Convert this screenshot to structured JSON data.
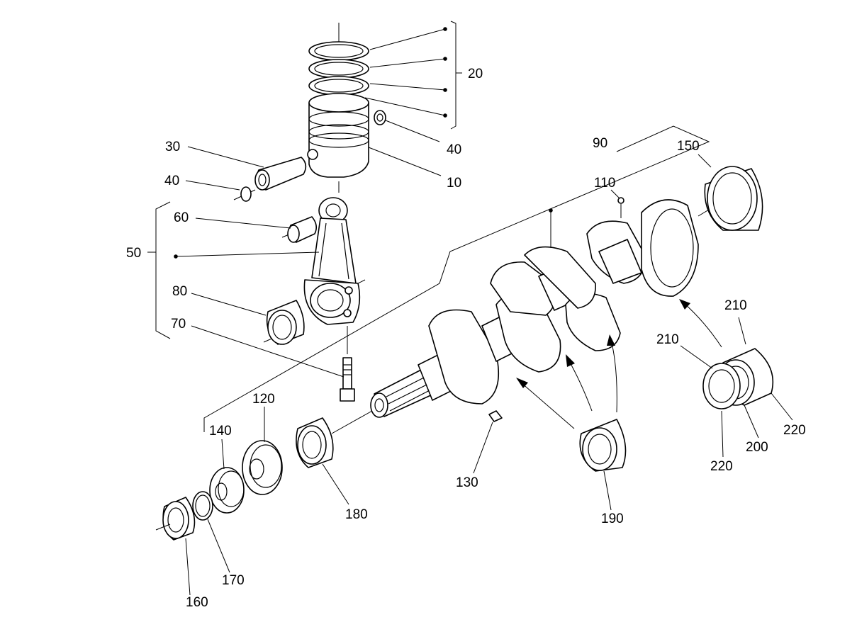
{
  "diagram": {
    "type": "exploded parts diagram",
    "callouts": {
      "c10": "10",
      "c20": "20",
      "c30": "30",
      "c40_top": "40",
      "c40_left": "40",
      "c50": "50",
      "c60": "60",
      "c70": "70",
      "c80": "80",
      "c90": "90",
      "c110": "110",
      "c120": "120",
      "c130": "130",
      "c140": "140",
      "c150": "150",
      "c160": "160",
      "c170": "170",
      "c180": "180",
      "c190": "190",
      "c200": "200",
      "c210_left": "210",
      "c210_right": "210",
      "c220_left": "220",
      "c220_right": "220"
    },
    "colors": {
      "line": "#000000",
      "background": "#ffffff"
    }
  }
}
